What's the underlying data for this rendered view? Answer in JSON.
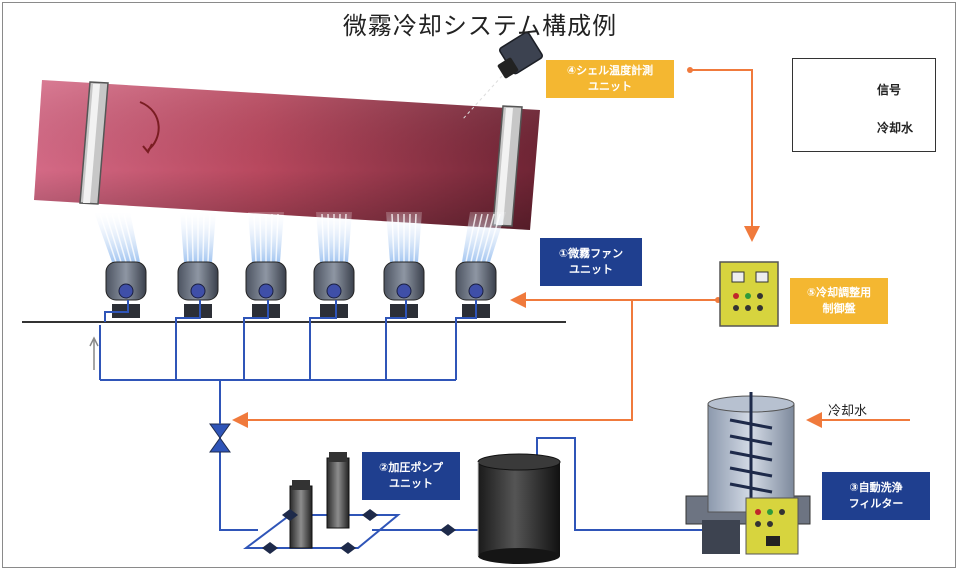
{
  "title": "微霧冷却システム構成例",
  "labels": {
    "shell_temp": [
      "④シェル温度計測",
      "ユニット"
    ],
    "mist_fan": [
      "①微霧ファン",
      "ユニット"
    ],
    "control_panel": [
      "⑤冷却調整用",
      "制御盤"
    ],
    "pump": [
      "②加圧ポンプ",
      "ユニット"
    ],
    "filter": [
      "③自動洗浄",
      "フィルター"
    ]
  },
  "legend": {
    "signal": "信号",
    "cooling_water": "冷却水"
  },
  "inlet_label": "冷却水",
  "colors": {
    "signal": "#f07a3c",
    "water": "#2f55b8",
    "orange_box": "#f4b731",
    "blue_box": "#1f3f8f"
  }
}
